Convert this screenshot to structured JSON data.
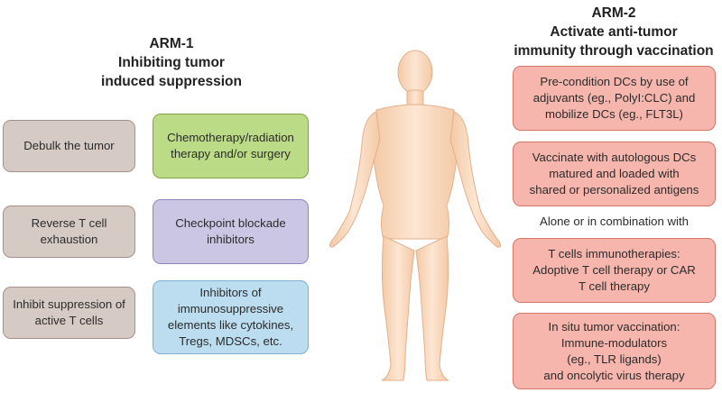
{
  "arm1": {
    "title_lines": [
      "ARM-1",
      "Inhibiting tumor",
      "induced suppression"
    ],
    "left_boxes": [
      {
        "lines": [
          "Debulk the tumor"
        ]
      },
      {
        "lines": [
          "Reverse T cell",
          "exhaustion"
        ]
      },
      {
        "lines": [
          "Inhibit suppression of",
          "active T cells"
        ]
      }
    ],
    "middle_boxes": [
      {
        "lines": [
          "Chemotherapy/radiation",
          "therapy and/or surgery"
        ]
      },
      {
        "lines": [
          "Checkpoint blockade",
          "inhibitors"
        ]
      },
      {
        "lines": [
          "Inhibitors of",
          "immunosuppressive",
          "elements like cytokines,",
          "Tregs, MDSCs, etc."
        ]
      }
    ]
  },
  "arm2": {
    "title_lines": [
      "ARM-2",
      "Activate anti-tumor",
      "immunity through vaccination"
    ],
    "boxes_top": [
      {
        "lines": [
          "Pre-condition DCs by use of",
          "adjuvants (eg., PolyI:CLC) and",
          "mobilize DCs (eg., FLT3L)"
        ]
      },
      {
        "lines": [
          "Vaccinate with autologous DCs",
          "matured and loaded with",
          "shared or personalized antigens"
        ]
      }
    ],
    "connector_text": "Alone or in combination with",
    "boxes_bottom": [
      {
        "lines": [
          "T cells immunotherapies:",
          "Adoptive T cell therapy or CAR",
          "T cell therapy"
        ]
      },
      {
        "lines": [
          "In situ tumor vaccination:",
          "Immune-modulators",
          "(eg., TLR ligands)",
          "and oncolytic virus therapy"
        ]
      }
    ]
  },
  "colors": {
    "grey": "#d6cac4",
    "green": "#bcdb86",
    "purple": "#cbc6e4",
    "blue": "#bcdcef",
    "red": "#f6b6ad",
    "body": "#fbe3cf"
  }
}
